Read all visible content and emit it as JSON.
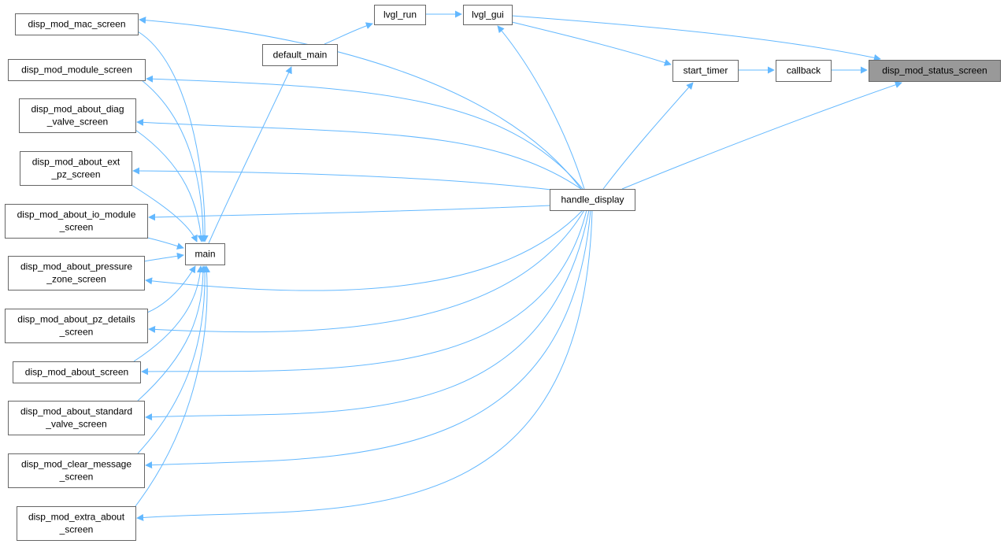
{
  "diagram": {
    "type": "call-graph",
    "colors": {
      "edge": "#63b8ff",
      "root_fill": "#999999",
      "node_border": "#666666",
      "background": "#ffffff"
    },
    "nodes": [
      {
        "id": "disp_mod_status_screen",
        "lines": [
          "disp_mod_status_screen"
        ],
        "root": true
      },
      {
        "id": "callback",
        "lines": [
          "callback"
        ]
      },
      {
        "id": "start_timer",
        "lines": [
          "start_timer"
        ]
      },
      {
        "id": "lvgl_gui",
        "lines": [
          "lvgl_gui"
        ]
      },
      {
        "id": "lvgl_run",
        "lines": [
          "lvgl_run"
        ]
      },
      {
        "id": "default_main",
        "lines": [
          "default_main"
        ]
      },
      {
        "id": "handle_display",
        "lines": [
          "handle_display"
        ]
      },
      {
        "id": "main",
        "lines": [
          "main"
        ]
      },
      {
        "id": "mac",
        "lines": [
          "disp_mod_mac_screen"
        ]
      },
      {
        "id": "module",
        "lines": [
          "disp_mod_module_screen"
        ]
      },
      {
        "id": "diag",
        "lines": [
          "disp_mod_about_diag",
          "_valve_screen"
        ]
      },
      {
        "id": "ext",
        "lines": [
          "disp_mod_about_ext",
          "_pz_screen"
        ]
      },
      {
        "id": "io",
        "lines": [
          "disp_mod_about_io_module",
          "_screen"
        ]
      },
      {
        "id": "pressure",
        "lines": [
          "disp_mod_about_pressure",
          "_zone_screen"
        ]
      },
      {
        "id": "pzdetails",
        "lines": [
          "disp_mod_about_pz_details",
          "_screen"
        ]
      },
      {
        "id": "about",
        "lines": [
          "disp_mod_about_screen"
        ]
      },
      {
        "id": "standard",
        "lines": [
          "disp_mod_about_standard",
          "_valve_screen"
        ]
      },
      {
        "id": "clear",
        "lines": [
          "disp_mod_clear_message",
          "_screen"
        ]
      },
      {
        "id": "extra",
        "lines": [
          "disp_mod_extra_about",
          "_screen"
        ]
      }
    ]
  }
}
